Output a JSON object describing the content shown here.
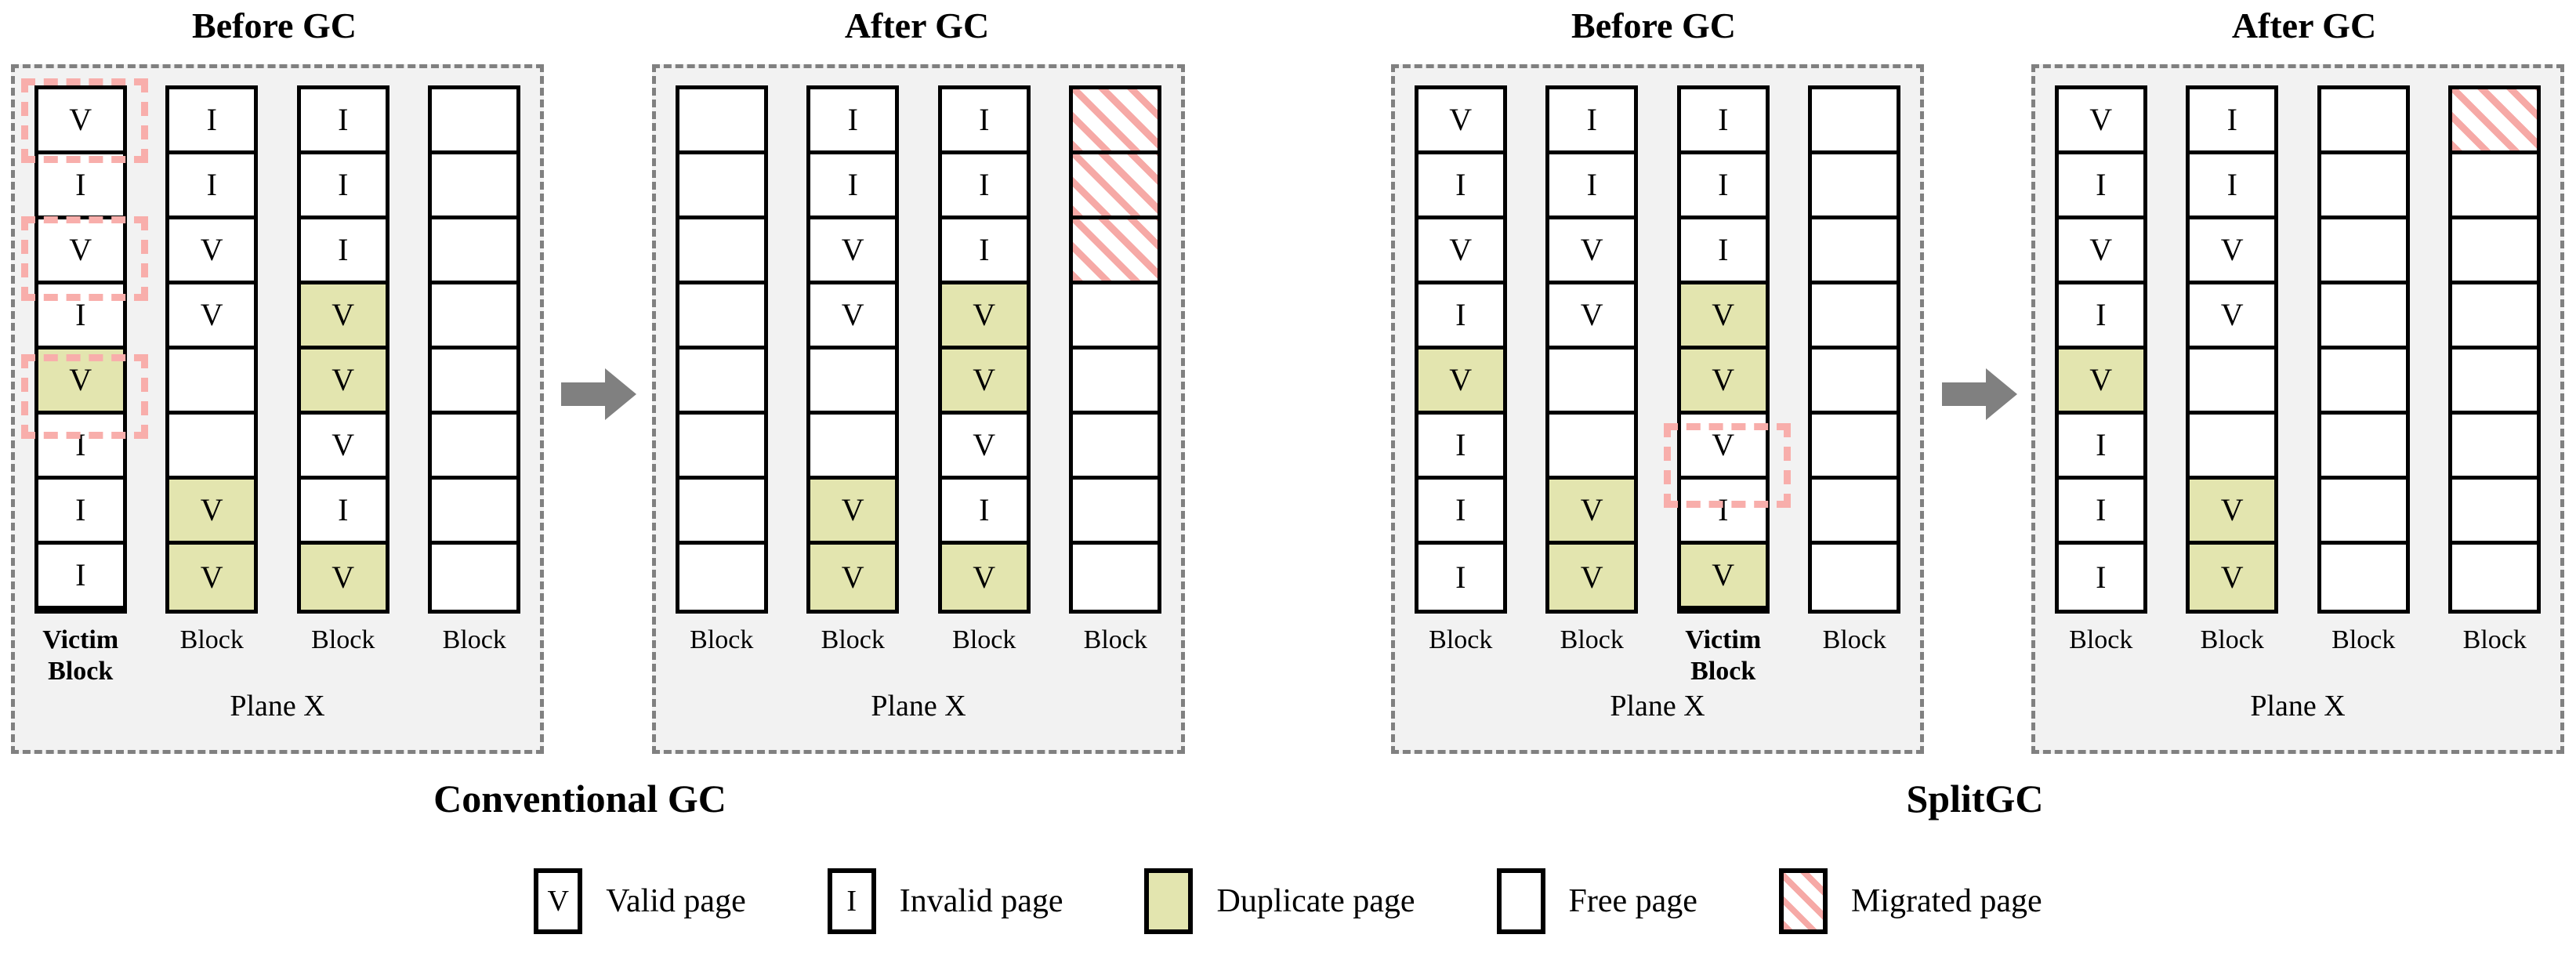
{
  "figure": {
    "panel_titles": [
      "Before GC",
      "After GC",
      "Before GC",
      "After GC"
    ],
    "method_captions": [
      "Conventional GC",
      "SplitGC"
    ],
    "plane_label": "Plane X",
    "block_label": "Block",
    "victim_block_label": "Victim\nBlock"
  },
  "colors": {
    "duplicate_page": "#E3E5AF",
    "migrated_hatch": "#F6A9A6",
    "highlight_dash": "#F8AEAB",
    "panel_background": "#F2F2F2",
    "panel_border": "#808080",
    "arrow": "#808080",
    "page_border": "#000000"
  },
  "legend": {
    "items": [
      {
        "glyph": "V",
        "kind": "valid",
        "label": "Valid page"
      },
      {
        "glyph": "I",
        "kind": "invalid",
        "label": "Invalid page"
      },
      {
        "glyph": "",
        "kind": "dup",
        "label": "Duplicate page"
      },
      {
        "glyph": "",
        "kind": "free",
        "label": "Free page"
      },
      {
        "glyph": "",
        "kind": "migrated",
        "label": "Migrated page"
      }
    ]
  },
  "panels": [
    {
      "id": "conventional-before",
      "title": "Before GC",
      "plane_label": "Plane X",
      "blocks": [
        {
          "label": "Victim\nBlock",
          "victim": true,
          "highlight_rows": [
            0,
            2,
            4
          ],
          "pages": [
            {
              "glyph": "V",
              "kind": "valid"
            },
            {
              "glyph": "I",
              "kind": "invalid"
            },
            {
              "glyph": "V",
              "kind": "valid"
            },
            {
              "glyph": "I",
              "kind": "invalid"
            },
            {
              "glyph": "V",
              "kind": "dup"
            },
            {
              "glyph": "I",
              "kind": "invalid"
            },
            {
              "glyph": "I",
              "kind": "invalid"
            },
            {
              "glyph": "I",
              "kind": "invalid"
            }
          ]
        },
        {
          "label": "Block",
          "victim": false,
          "highlight_rows": [],
          "pages": [
            {
              "glyph": "I",
              "kind": "invalid"
            },
            {
              "glyph": "I",
              "kind": "invalid"
            },
            {
              "glyph": "V",
              "kind": "valid"
            },
            {
              "glyph": "V",
              "kind": "valid"
            },
            {
              "glyph": "",
              "kind": "free"
            },
            {
              "glyph": "",
              "kind": "free"
            },
            {
              "glyph": "V",
              "kind": "dup"
            },
            {
              "glyph": "V",
              "kind": "dup"
            }
          ]
        },
        {
          "label": "Block",
          "victim": false,
          "highlight_rows": [],
          "pages": [
            {
              "glyph": "I",
              "kind": "invalid"
            },
            {
              "glyph": "I",
              "kind": "invalid"
            },
            {
              "glyph": "I",
              "kind": "invalid"
            },
            {
              "glyph": "V",
              "kind": "dup"
            },
            {
              "glyph": "V",
              "kind": "dup"
            },
            {
              "glyph": "V",
              "kind": "valid"
            },
            {
              "glyph": "I",
              "kind": "invalid"
            },
            {
              "glyph": "V",
              "kind": "dup"
            }
          ]
        },
        {
          "label": "Block",
          "victim": false,
          "highlight_rows": [],
          "pages": [
            {
              "glyph": "",
              "kind": "free"
            },
            {
              "glyph": "",
              "kind": "free"
            },
            {
              "glyph": "",
              "kind": "free"
            },
            {
              "glyph": "",
              "kind": "free"
            },
            {
              "glyph": "",
              "kind": "free"
            },
            {
              "glyph": "",
              "kind": "free"
            },
            {
              "glyph": "",
              "kind": "free"
            },
            {
              "glyph": "",
              "kind": "free"
            }
          ]
        }
      ]
    },
    {
      "id": "conventional-after",
      "title": "After GC",
      "plane_label": "Plane X",
      "blocks": [
        {
          "label": "Block",
          "victim": false,
          "highlight_rows": [],
          "pages": [
            {
              "glyph": "",
              "kind": "free"
            },
            {
              "glyph": "",
              "kind": "free"
            },
            {
              "glyph": "",
              "kind": "free"
            },
            {
              "glyph": "",
              "kind": "free"
            },
            {
              "glyph": "",
              "kind": "free"
            },
            {
              "glyph": "",
              "kind": "free"
            },
            {
              "glyph": "",
              "kind": "free"
            },
            {
              "glyph": "",
              "kind": "free"
            }
          ]
        },
        {
          "label": "Block",
          "victim": false,
          "highlight_rows": [],
          "pages": [
            {
              "glyph": "I",
              "kind": "invalid"
            },
            {
              "glyph": "I",
              "kind": "invalid"
            },
            {
              "glyph": "V",
              "kind": "valid"
            },
            {
              "glyph": "V",
              "kind": "valid"
            },
            {
              "glyph": "",
              "kind": "free"
            },
            {
              "glyph": "",
              "kind": "free"
            },
            {
              "glyph": "V",
              "kind": "dup"
            },
            {
              "glyph": "V",
              "kind": "dup"
            }
          ]
        },
        {
          "label": "Block",
          "victim": false,
          "highlight_rows": [],
          "pages": [
            {
              "glyph": "I",
              "kind": "invalid"
            },
            {
              "glyph": "I",
              "kind": "invalid"
            },
            {
              "glyph": "I",
              "kind": "invalid"
            },
            {
              "glyph": "V",
              "kind": "dup"
            },
            {
              "glyph": "V",
              "kind": "dup"
            },
            {
              "glyph": "V",
              "kind": "valid"
            },
            {
              "glyph": "I",
              "kind": "invalid"
            },
            {
              "glyph": "V",
              "kind": "dup"
            }
          ]
        },
        {
          "label": "Block",
          "victim": false,
          "highlight_rows": [],
          "pages": [
            {
              "glyph": "",
              "kind": "migrated"
            },
            {
              "glyph": "",
              "kind": "migrated"
            },
            {
              "glyph": "",
              "kind": "migrated"
            },
            {
              "glyph": "",
              "kind": "free"
            },
            {
              "glyph": "",
              "kind": "free"
            },
            {
              "glyph": "",
              "kind": "free"
            },
            {
              "glyph": "",
              "kind": "free"
            },
            {
              "glyph": "",
              "kind": "free"
            }
          ]
        }
      ]
    },
    {
      "id": "splitgc-before",
      "title": "Before GC",
      "plane_label": "Plane X",
      "blocks": [
        {
          "label": "Block",
          "victim": false,
          "highlight_rows": [],
          "pages": [
            {
              "glyph": "V",
              "kind": "valid"
            },
            {
              "glyph": "I",
              "kind": "invalid"
            },
            {
              "glyph": "V",
              "kind": "valid"
            },
            {
              "glyph": "I",
              "kind": "invalid"
            },
            {
              "glyph": "V",
              "kind": "dup"
            },
            {
              "glyph": "I",
              "kind": "invalid"
            },
            {
              "glyph": "I",
              "kind": "invalid"
            },
            {
              "glyph": "I",
              "kind": "invalid"
            }
          ]
        },
        {
          "label": "Block",
          "victim": false,
          "highlight_rows": [],
          "pages": [
            {
              "glyph": "I",
              "kind": "invalid"
            },
            {
              "glyph": "I",
              "kind": "invalid"
            },
            {
              "glyph": "V",
              "kind": "valid"
            },
            {
              "glyph": "V",
              "kind": "valid"
            },
            {
              "glyph": "",
              "kind": "free"
            },
            {
              "glyph": "",
              "kind": "free"
            },
            {
              "glyph": "V",
              "kind": "dup"
            },
            {
              "glyph": "V",
              "kind": "dup"
            }
          ]
        },
        {
          "label": "Victim\nBlock",
          "victim": true,
          "highlight_rows": [
            5
          ],
          "pages": [
            {
              "glyph": "I",
              "kind": "invalid"
            },
            {
              "glyph": "I",
              "kind": "invalid"
            },
            {
              "glyph": "I",
              "kind": "invalid"
            },
            {
              "glyph": "V",
              "kind": "dup"
            },
            {
              "glyph": "V",
              "kind": "dup"
            },
            {
              "glyph": "V",
              "kind": "valid"
            },
            {
              "glyph": "I",
              "kind": "invalid"
            },
            {
              "glyph": "V",
              "kind": "dup"
            }
          ]
        },
        {
          "label": "Block",
          "victim": false,
          "highlight_rows": [],
          "pages": [
            {
              "glyph": "",
              "kind": "free"
            },
            {
              "glyph": "",
              "kind": "free"
            },
            {
              "glyph": "",
              "kind": "free"
            },
            {
              "glyph": "",
              "kind": "free"
            },
            {
              "glyph": "",
              "kind": "free"
            },
            {
              "glyph": "",
              "kind": "free"
            },
            {
              "glyph": "",
              "kind": "free"
            },
            {
              "glyph": "",
              "kind": "free"
            }
          ]
        }
      ]
    },
    {
      "id": "splitgc-after",
      "title": "After GC",
      "plane_label": "Plane X",
      "blocks": [
        {
          "label": "Block",
          "victim": false,
          "highlight_rows": [],
          "pages": [
            {
              "glyph": "V",
              "kind": "valid"
            },
            {
              "glyph": "I",
              "kind": "invalid"
            },
            {
              "glyph": "V",
              "kind": "valid"
            },
            {
              "glyph": "I",
              "kind": "invalid"
            },
            {
              "glyph": "V",
              "kind": "dup"
            },
            {
              "glyph": "I",
              "kind": "invalid"
            },
            {
              "glyph": "I",
              "kind": "invalid"
            },
            {
              "glyph": "I",
              "kind": "invalid"
            }
          ]
        },
        {
          "label": "Block",
          "victim": false,
          "highlight_rows": [],
          "pages": [
            {
              "glyph": "I",
              "kind": "invalid"
            },
            {
              "glyph": "I",
              "kind": "invalid"
            },
            {
              "glyph": "V",
              "kind": "valid"
            },
            {
              "glyph": "V",
              "kind": "valid"
            },
            {
              "glyph": "",
              "kind": "free"
            },
            {
              "glyph": "",
              "kind": "free"
            },
            {
              "glyph": "V",
              "kind": "dup"
            },
            {
              "glyph": "V",
              "kind": "dup"
            }
          ]
        },
        {
          "label": "Block",
          "victim": false,
          "highlight_rows": [],
          "pages": [
            {
              "glyph": "",
              "kind": "free"
            },
            {
              "glyph": "",
              "kind": "free"
            },
            {
              "glyph": "",
              "kind": "free"
            },
            {
              "glyph": "",
              "kind": "free"
            },
            {
              "glyph": "",
              "kind": "free"
            },
            {
              "glyph": "",
              "kind": "free"
            },
            {
              "glyph": "",
              "kind": "free"
            },
            {
              "glyph": "",
              "kind": "free"
            }
          ]
        },
        {
          "label": "Block",
          "victim": false,
          "highlight_rows": [],
          "pages": [
            {
              "glyph": "",
              "kind": "migrated"
            },
            {
              "glyph": "",
              "kind": "free"
            },
            {
              "glyph": "",
              "kind": "free"
            },
            {
              "glyph": "",
              "kind": "free"
            },
            {
              "glyph": "",
              "kind": "free"
            },
            {
              "glyph": "",
              "kind": "free"
            },
            {
              "glyph": "",
              "kind": "free"
            },
            {
              "glyph": "",
              "kind": "free"
            }
          ]
        }
      ]
    }
  ],
  "arrows": [
    {
      "name": "arrow-conventional"
    },
    {
      "name": "arrow-splitgc"
    }
  ]
}
